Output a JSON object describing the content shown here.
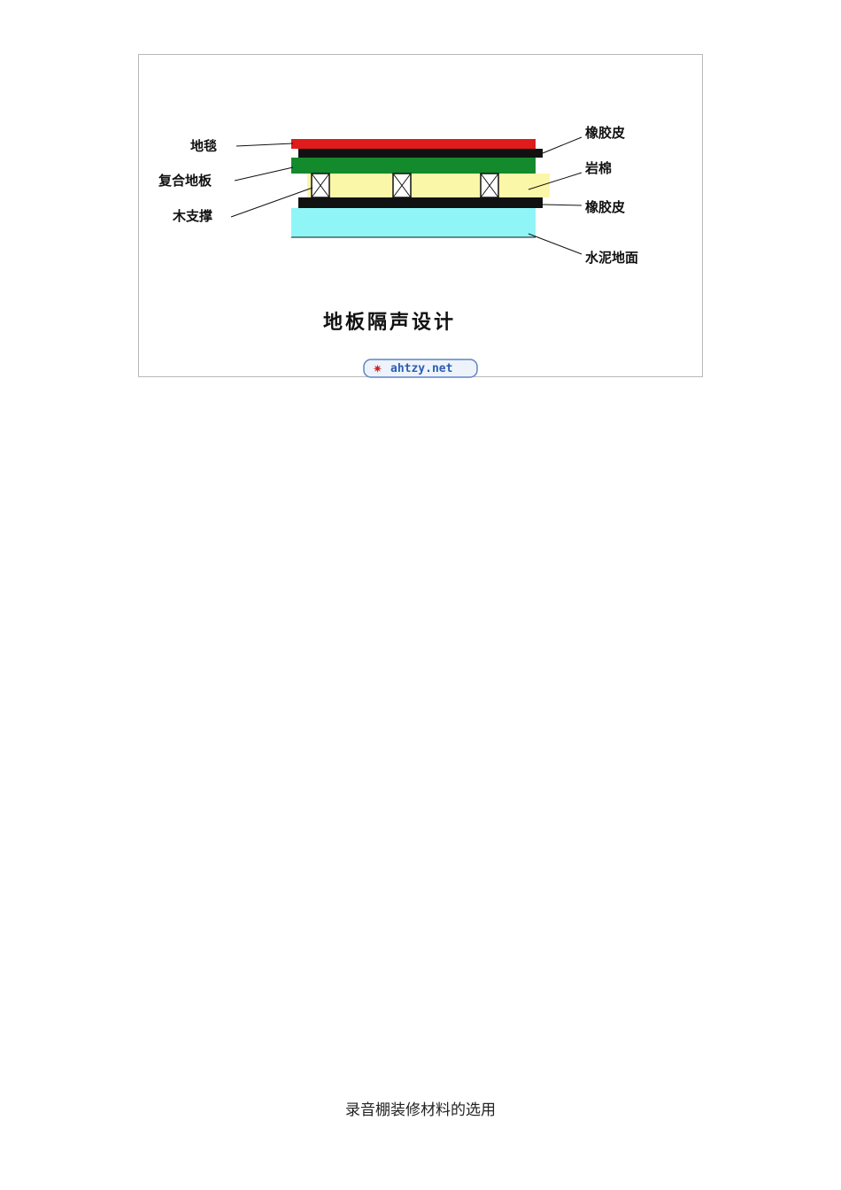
{
  "diagram": {
    "title": "地板隔声设计",
    "labels_left": {
      "carpet": "地毯",
      "composite_floor": "复合地板",
      "wood_support": "木支撑"
    },
    "labels_right": {
      "rubber_top": "橡胶皮",
      "rock_wool": "岩棉",
      "rubber_bottom": "橡胶皮",
      "cement_floor": "水泥地面"
    },
    "watermark": "ahtzy.net",
    "colors": {
      "carpet": "#e01b1b",
      "rubber": "#111111",
      "composite_floor": "#138a2c",
      "rock_wool": "#fbf7a8",
      "cement": "#8ff5f7"
    }
  },
  "caption": "录音棚装修材料的选用"
}
